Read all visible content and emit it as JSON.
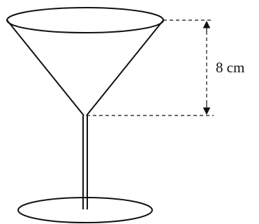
{
  "diagram": {
    "subject": "martini-glass",
    "dimension": {
      "label": "8 cm",
      "measures": "cone-height"
    }
  },
  "colors": {
    "stroke": "#111111",
    "background": "#ffffff"
  }
}
